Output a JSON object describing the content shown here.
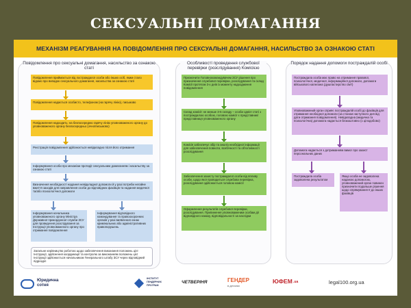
{
  "slide": {
    "title": "СЕКСУАЛЬНІ ДОМАГАННЯ"
  },
  "poster": {
    "heading": "МЕХАНІЗМ РЕАГУВАННЯ НА ПОВІДОМЛЕННЯ ПРО СЕКСУАЛЬНІ ДОМАГАННЯ, НАСИЛЬСТВО ЗА ОЗНАКОЮ СТАТІ",
    "columns": [
      {
        "title": "Повідомлення про сексуальні домагання, насильство за ознакою статі",
        "boxes": [
          "Повідомлення приймається від постраждалої особи або інших осіб, яким стало відомо про випадок сексуального домагання, насильства за ознакою статі",
          "Повідомлення надається особисто, телефоном (на гарячу лінію), письмово",
          "Повідомлення надходить: на безпосередню гарячу лінію уповноваженого органу до уповноваженого органу безпосередньо (очно/письмово)",
          "Реєстрація повідомлення здійснюється невідкладно після його отримання",
          "Інформування особи про механізм протидії сексуальним домаганням і насильству за ознакою статі",
          "Визначення необхідності надання невідкладної допомоги й у разі потреби негайне вжиття заходів для направлення особи до відповідних фахівців та надання медичної та/або психологічної допомоги",
          "Інформування начальника уповноваженого органу Міністра Державної прикордонної служби ЗСУ для проведення розслідування за Інструкції уповноваженого органу про отримання повідомлення",
          "Інформування відповідного командування та правоохоронних органів у разі виявлення ознак кримінальних або адміністративних правопорушень",
          "Загальне керівництво роботою щодо забезпечення виконання положень цієї Інструкції, здійснення координації та контролю за виконанням положень цієї Інструкції здійснюється начальником Генерального штабу ЗСУ через відповідний підрозділ"
        ]
      },
      {
        "title": "Особливості проведення службової перевірки (розслідування) Комісією",
        "boxes": [
          "Призначити Головнокомандувачем ЗСУ рішення про призначення службової перевірки, розслідування та склад Комісії протягом 3-х днів із моменту надходження повідомлення",
          "Склад комісії: не менше 3-5 складу – особи однієї статі з постраждалою особою, головою комісії є представник/представниця уповноваженого органу",
          "Комісія забезпечує збір та аналіз необхідної інформації для забезпечення повноти, всебічності та об'єктивності розслідування",
          "Забезпечення захисту постраждалої особи від впливу особи, щодо якої проводиться службова перевірка, розслідування здійснюється головою комісії",
          "Оформлення результатів службової перевірки, розслідування. Припинення уповноваженим особам дії відповідного наказу, відповідальності за наслідки"
        ]
      },
      {
        "title": "Порядок надання допомоги постраждалій особі",
        "boxes": [
          "Постраждала особа має право на отримання правової, психологічної, медичної, інформаційної допомоги, допомоги військового капелана (душпастирство сім'ї)",
          "Уповноважений орган сприяє постраждалій особі до фахівців для отримання необхідної допомоги (за станом наступного дня від дати отримання повідомлення). Невідкладна (медична та психологічна) допомога надається безкоштовно (з цілодобово)",
          "Допомога надається з дотриманням вимог про захист персональних даних",
          "Постраждала особа задоволена результатом",
          "Якщо особа не задоволена наданою допомогою, уповноважений орган повинен призначити подальше рішення щодо спрямування її до інших фахівців"
        ]
      }
    ],
    "footer": {
      "logo1_line1": "Юридична",
      "logo1_line2": "сотня",
      "logo2_line1": "ІНСТИТУТ",
      "logo2_line2": "ГЕНДЕРНИХ",
      "logo2_line3": "ПРОГРАМ",
      "logo3": "ЧЕТВЕРІНЯ",
      "logo4_line1": "ГЕНДЕР",
      "logo4_line2": "в деталях",
      "logo5": "ЮФЕМ",
      "logo5_suffix": ".ua",
      "site": "legal100.org.ua"
    }
  },
  "colors": {
    "background": "#5a5a38",
    "header_yellow": "#f2c21b",
    "step_yellow": "#f7c72b",
    "step_blue": "#c9dcf1",
    "step_green": "#8fcb5f",
    "step_purple": "#d8b4e6"
  }
}
